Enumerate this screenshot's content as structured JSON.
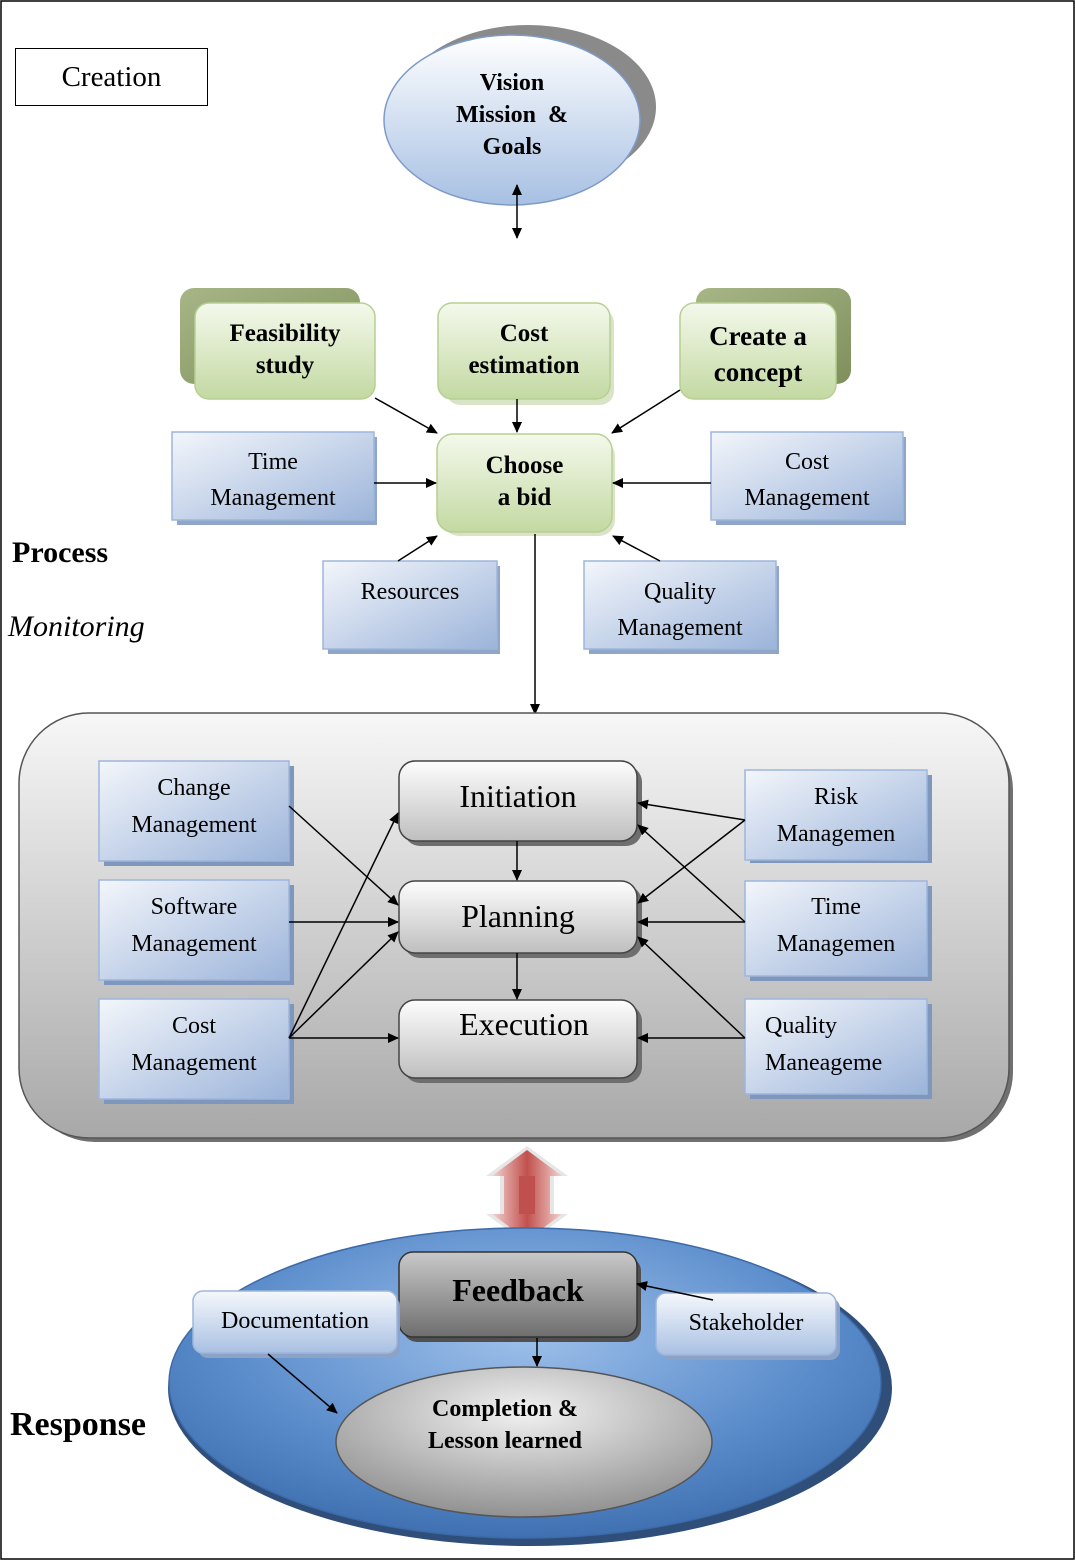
{
  "sections": {
    "creation": "Creation",
    "process": "Process",
    "monitoring": "Monitoring",
    "response": "Response"
  },
  "creation": {
    "vision": [
      "Vision",
      "Mission  &",
      "Goals"
    ],
    "feasibility": [
      "Feasibility",
      "study"
    ],
    "cost_estimation": [
      "Cost",
      "estimation"
    ],
    "create_concept": [
      "Create a",
      "concept"
    ]
  },
  "process_top": {
    "choose_bid": [
      "Choose",
      "a bid"
    ],
    "time_management": [
      "Time",
      "Management"
    ],
    "cost_management": [
      "Cost",
      "Management"
    ],
    "resources": "Resources",
    "quality_management": [
      "Quality",
      "Management"
    ]
  },
  "execution_panel": {
    "change_management": [
      "Change",
      "Management"
    ],
    "software_management": [
      "Software",
      "Management"
    ],
    "cost_management": [
      "Cost",
      "Management"
    ],
    "initiation": "Initiation",
    "planning": "Planning",
    "execution": "Execution",
    "risk_management": [
      "Risk",
      "Managemen"
    ],
    "time_management": [
      "Time",
      "Managemen"
    ],
    "quality_management": [
      "Quality",
      "Maneageme"
    ]
  },
  "response": {
    "feedback": "Feedback",
    "documentation": "Documentation",
    "stakeholder": "Stakeholder",
    "completion": [
      "Completion &",
      "Lesson learned"
    ]
  },
  "colors": {
    "blue_box_light": "#eef3fb",
    "blue_box_dark": "#9db6dc",
    "green_box_light": "#f2f8e8",
    "green_box_dark": "#c6dca6",
    "gray_shadow": "#8f9f6a",
    "panel_gray": "#c4c4c4",
    "ellipse_blue": "#5b8cc8",
    "red_arrow": "#c0504d"
  }
}
